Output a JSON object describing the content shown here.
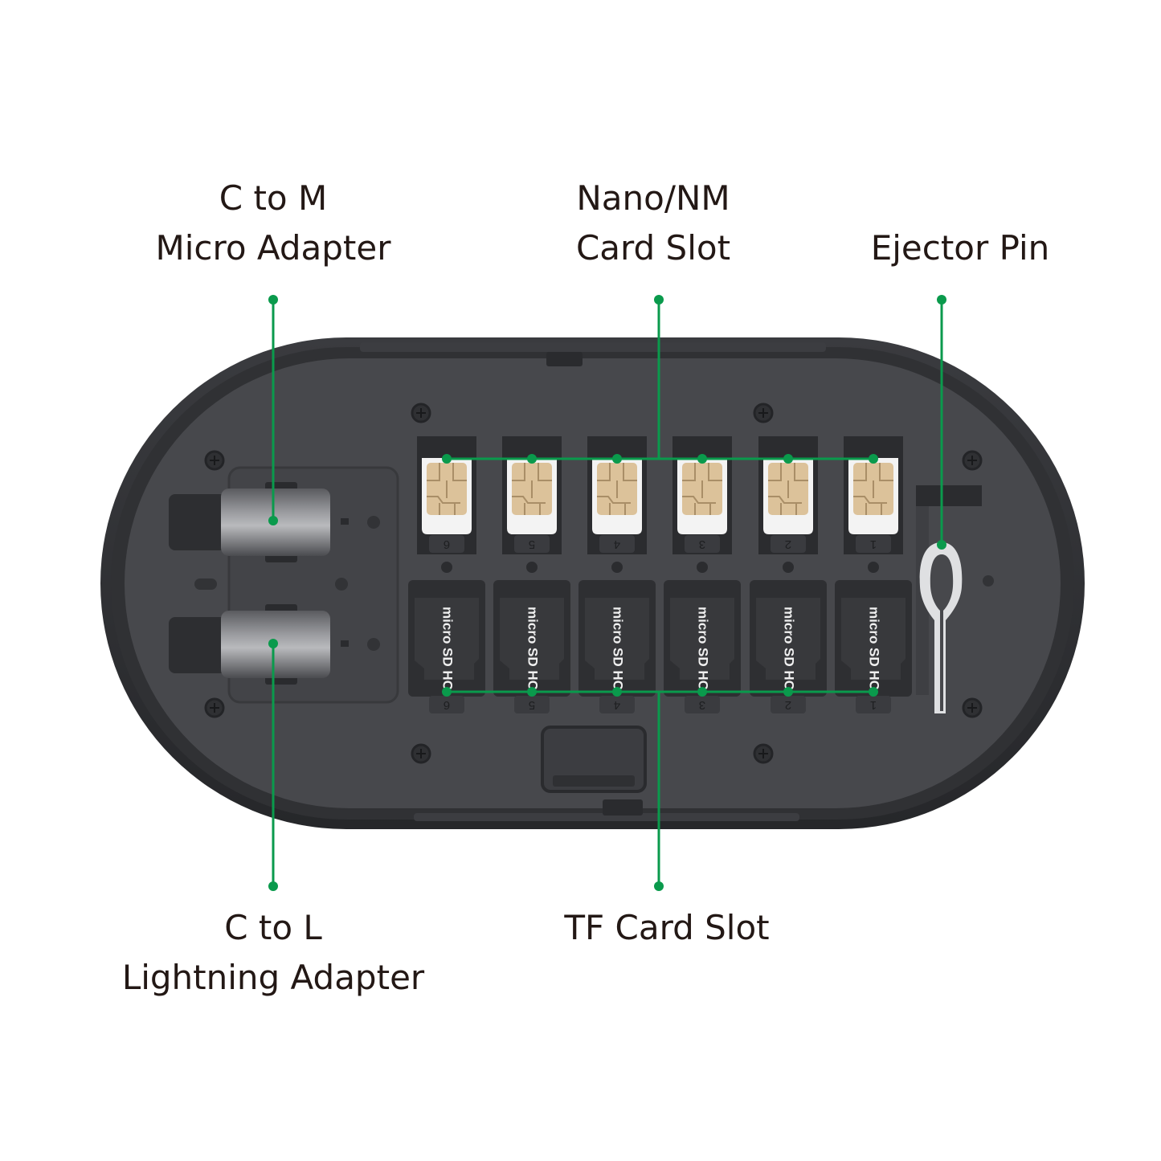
{
  "labels": {
    "c_to_m": {
      "line1": "C to M",
      "line2": "Micro Adapter"
    },
    "nano": {
      "line1": "Nano/NM",
      "line2": "Card Slot"
    },
    "ejector": {
      "line1": "Ejector Pin"
    },
    "c_to_l": {
      "line1": "C to L",
      "line2": "Lightning Adapter"
    },
    "tf": {
      "line1": "TF Card Slot"
    }
  },
  "sim_slots": [
    "6",
    "5",
    "4",
    "3",
    "2",
    "1"
  ],
  "tf_slots": [
    "6",
    "5",
    "4",
    "3",
    "2",
    "1"
  ],
  "tf_card_text": "micro SD HC",
  "colors": {
    "callout": "#0a9a4c",
    "case_outer": "#2b2c2f",
    "case_inner": "#45464a",
    "sim_chip": "#dcc29a",
    "label_text": "#231815"
  },
  "icons": [
    "sim-card-icon",
    "microsd-card-icon",
    "usb-c-adapter-icon",
    "ejector-pin-icon",
    "screw-icon"
  ]
}
